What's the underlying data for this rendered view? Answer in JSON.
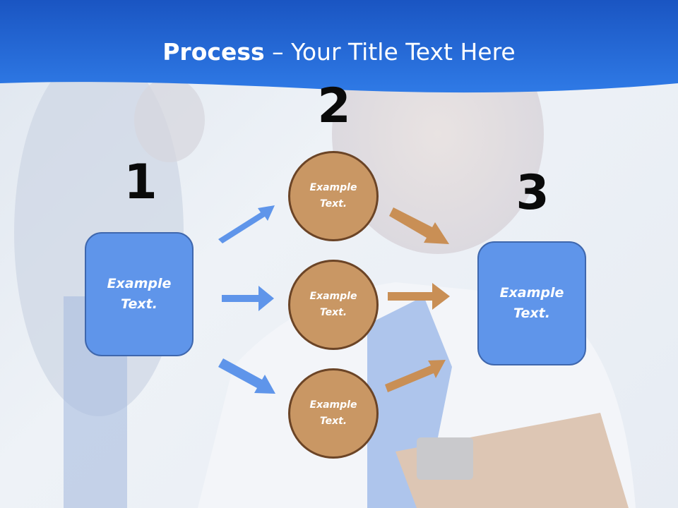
{
  "title": {
    "bold": "Process",
    "rest": " – Your Title Text Here"
  },
  "steps": [
    {
      "number": "1",
      "label_line1": "Example",
      "label_line2": "Text."
    },
    {
      "number": "2"
    },
    {
      "number": "3",
      "label_line1": "Example",
      "label_line2": "Text."
    }
  ],
  "circles": [
    {
      "line1": "Example",
      "line2": "Text."
    },
    {
      "line1": "Example",
      "line2": "Text."
    },
    {
      "line1": "Example",
      "line2": "Text."
    }
  ],
  "colors": {
    "header": "#1e5fc8",
    "box": "#5f95ea",
    "circle": "#c99764",
    "blue_arrow": "#5f95ea",
    "brown_arrow": "#c98f55"
  }
}
